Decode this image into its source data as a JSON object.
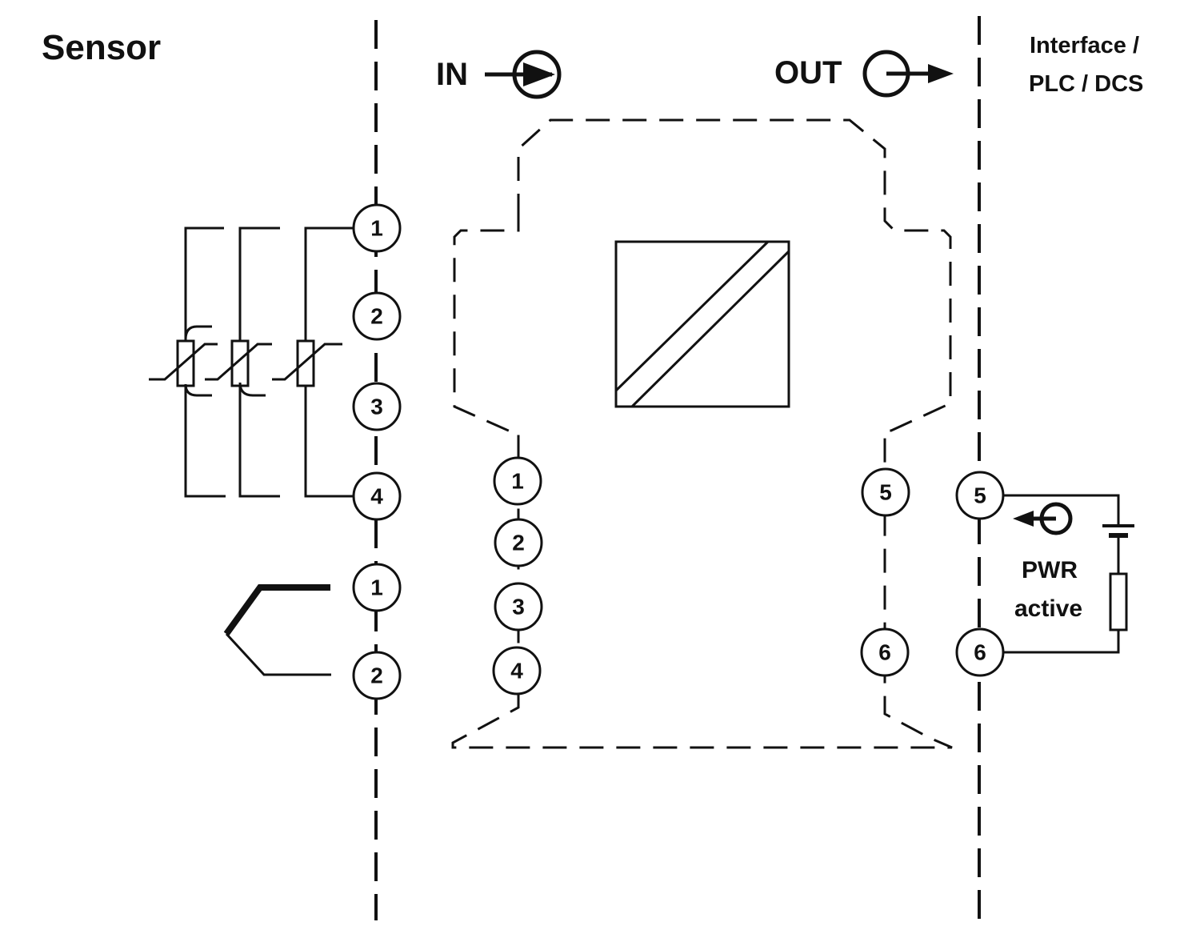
{
  "header": {
    "sensor_title": "Sensor",
    "in_label": "IN",
    "out_label": "OUT",
    "interface_line1": "Interface /",
    "interface_line2": "PLC / DCS"
  },
  "sensor_terminals": {
    "rtd": [
      "1",
      "2",
      "3",
      "4"
    ],
    "thermocouple": [
      "1",
      "2"
    ]
  },
  "module_terminals": {
    "input": [
      "1",
      "2",
      "3",
      "4"
    ],
    "output": [
      "5",
      "6"
    ]
  },
  "interface_terminals": [
    "5",
    "6"
  ],
  "power": {
    "line1": "PWR",
    "line2": "active"
  },
  "icons": [
    "signal-in-arrow-icon",
    "signal-out-arrow-icon",
    "power-arrow-icon",
    "isolation-symbol-icon",
    "rtd-resistor-icon",
    "thermocouple-icon",
    "battery-icon",
    "load-resistor-icon"
  ],
  "colors": {
    "ink": "#111111",
    "background": "#ffffff"
  }
}
